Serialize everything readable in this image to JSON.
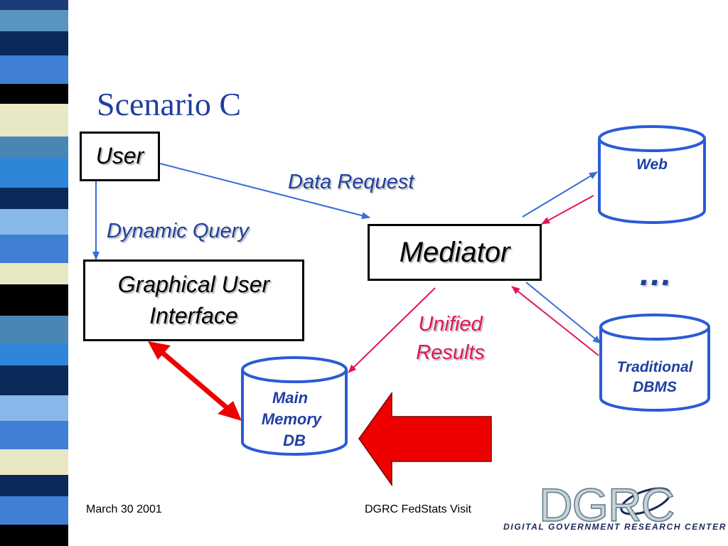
{
  "slide": {
    "title": "Scenario C",
    "nodes": {
      "user": "User",
      "gui_line1": "Graphical User",
      "gui_line2": "Interface",
      "mediator": "Mediator",
      "web": "Web",
      "traditional_line1": "Traditional",
      "traditional_line2": "DBMS",
      "mmdb_line1": "Main",
      "mmdb_line2": "Memory",
      "mmdb_line3": "DB",
      "ellipsis": "…"
    },
    "edge_labels": {
      "data_request": "Data Request",
      "dynamic_query": "Dynamic Query",
      "unified_line1": "Unified",
      "unified_line2": "Results"
    },
    "footer": {
      "date": "March 30 2001",
      "event": "DGRC FedStats Visit"
    },
    "logo": {
      "letters": "DGRC",
      "subtitle": "DIGITAL GOVERNMENT RESEARCH CENTER"
    }
  },
  "colors": {
    "blue_text": "#1f3fa0",
    "db_outline": "#2a5bd7",
    "arrow_blue": "#3a6bd8",
    "arrow_pink": "#e0155f",
    "red_arrow": "#ee0000"
  }
}
